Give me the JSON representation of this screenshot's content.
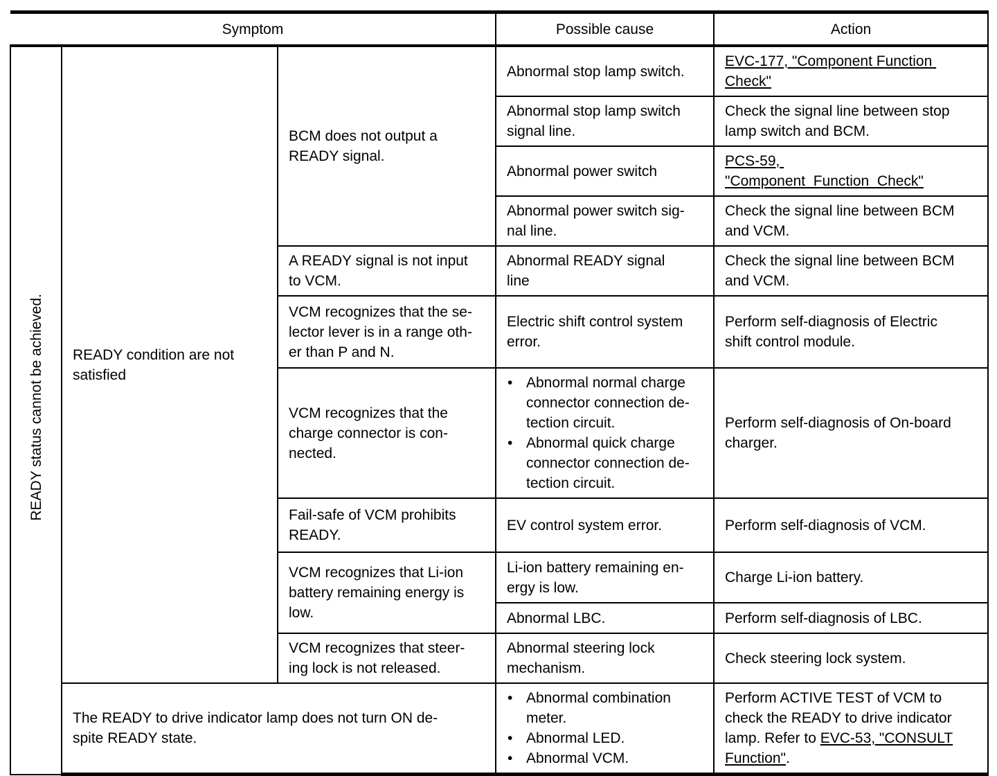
{
  "ui": {
    "bullet": "•"
  },
  "header": {
    "symptom": "Symptom",
    "possible_cause": "Possible cause",
    "action": "Action"
  },
  "symptom_group": "READY status cannot be achieved.",
  "symptom_a": "READY condition are not\nsatisfied",
  "symptom_b": "The READY to drive indicator lamp does not turn ON de-\nspite READY state.",
  "sub_symptoms": {
    "s1": "BCM does not output a\nREADY signal.",
    "s2": "A READY signal is not input\nto VCM.",
    "s3": "VCM recognizes that the se-\nlector lever is in a range oth-\ner than P and N.",
    "s4": "VCM recognizes that the\ncharge connector is con-\nnected.",
    "s5": "Fail-safe of VCM prohibits\nREADY.",
    "s6": "VCM recognizes that Li-ion\nbattery remaining energy is\nlow.",
    "s7": "VCM recognizes that steer-\ning lock is not released."
  },
  "rows": [
    {
      "cause": "Abnormal stop lamp switch.",
      "action_link": "EVC-177, \"Component Function \nCheck\""
    },
    {
      "cause": "Abnormal stop lamp switch\nsignal line.",
      "action": "Check the signal line between stop\nlamp switch and BCM."
    },
    {
      "cause": "Abnormal power switch",
      "action_link": "PCS-59, \n\"Component  Function  Check\""
    },
    {
      "cause": "Abnormal power switch sig-\nnal line.",
      "action": "Check the signal line between BCM\nand VCM."
    },
    {
      "cause": "Abnormal READY signal\nline",
      "action": "Check the signal line between BCM\nand VCM."
    },
    {
      "cause": "Electric shift control system\nerror.",
      "action": "Perform self-diagnosis of Electric\nshift control module."
    },
    {
      "cause_bullets": [
        "Abnormal normal charge\nconnector connection de-\ntection circuit.",
        "Abnormal quick charge\nconnector connection de-\ntection circuit."
      ],
      "action": "Perform self-diagnosis of On-board\ncharger."
    },
    {
      "cause": "EV control system error.",
      "action": "Perform self-diagnosis of VCM."
    },
    {
      "cause": "Li-ion battery remaining en-\nergy is low.",
      "action": "Charge Li-ion battery."
    },
    {
      "cause": "Abnormal LBC.",
      "action": "Perform self-diagnosis of LBC."
    },
    {
      "cause": "Abnormal steering lock\nmechanism.",
      "action": "Check steering lock system."
    },
    {
      "cause_bullets": [
        "Abnormal combination\nmeter.",
        "Abnormal LED.",
        "Abnormal VCM."
      ],
      "action_prefix": "Perform ACTIVE TEST of VCM to\ncheck the READY to drive indicator\nlamp. Refer to ",
      "action_link": "EVC-53, \"CONSULT\nFunction\"",
      "action_suffix": "."
    }
  ]
}
